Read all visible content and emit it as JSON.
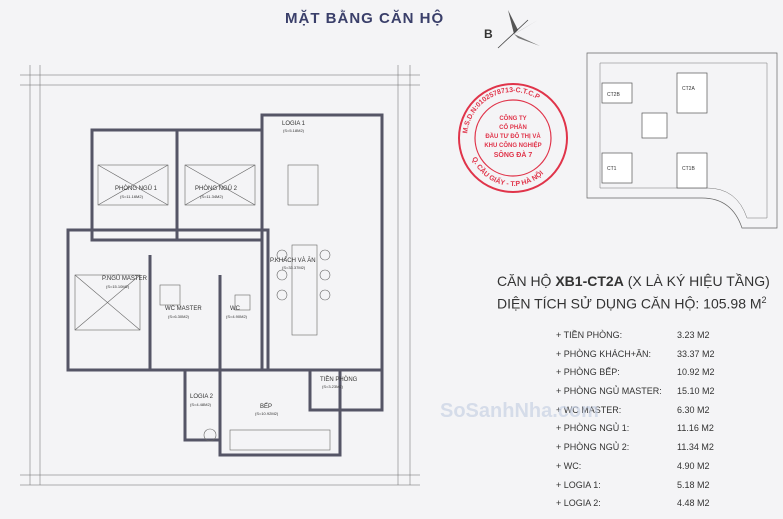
{
  "title": "MẶT BẰNG CĂN HỘ",
  "compass": {
    "letter": "B"
  },
  "rooms": {
    "logia1": {
      "name": "LOGIA 1",
      "area": "(S=5.18M2)"
    },
    "ngu1": {
      "name": "PHÒNG NGỦ 1",
      "area": "(S=11.16M2)"
    },
    "ngu2": {
      "name": "PHÒNG NGỦ 2",
      "area": "(S=11.34M2)"
    },
    "khach": {
      "name": "P.KHÁCH VÀ ĂN",
      "area": "(S=33.37M2)"
    },
    "master": {
      "name": "P.NGỦ MASTER",
      "area": "(S=15.10M2)"
    },
    "wcmaster": {
      "name": "WC MASTER",
      "area": "(S=6.30M2)"
    },
    "wc": {
      "name": "WC",
      "area": "(S=4.90M2)"
    },
    "tienphong": {
      "name": "TIỀN PHÒNG",
      "area": "(S=3.23M2)"
    },
    "logia2": {
      "name": "LOGIA 2",
      "area": "(S=4.48M2)"
    },
    "bep": {
      "name": "BẾP",
      "area": "(S=10.92M2)"
    }
  },
  "stamp": {
    "ring_top": "M.S.D.N:0102578713-C.T.C.P",
    "ring_bottom": "Q. CẦU GIẤY - T.P HÀ NỘI",
    "lines": [
      "CÔNG TY",
      "CỔ PHẦN",
      "ĐẦU TƯ ĐÔ THỊ VÀ",
      "KHU CÔNG NGHIỆP",
      "SÔNG ĐÀ 7"
    ]
  },
  "sitemap": {
    "towers": [
      "CT2B",
      "CT2A",
      "CT1",
      "CT1B"
    ]
  },
  "heading": {
    "prefix": "CĂN HỘ ",
    "code": "XB1-CT2A",
    "suffix": " (X LÀ KÝ HIỆU TẦNG)",
    "area_label": "DIỆN TÍCH SỬ DỤNG CĂN HỘ: 105.98 M",
    "area_sup": "2"
  },
  "areas": [
    {
      "label": "+ TIỀN PHÒNG:",
      "value": "3.23 M2"
    },
    {
      "label": "+ PHÒNG KHÁCH+ĂN:",
      "value": "33.37 M2"
    },
    {
      "label": "+ PHÒNG BẾP:",
      "value": "10.92 M2"
    },
    {
      "label": "+ PHÒNG NGỦ MASTER:",
      "value": "15.10 M2"
    },
    {
      "label": "+ WC MASTER:",
      "value": "6.30 M2"
    },
    {
      "label": "+ PHÒNG NGỦ 1:",
      "value": "11.16 M2"
    },
    {
      "label": "+ PHÒNG NGỦ 2:",
      "value": "11.34 M2"
    },
    {
      "label": "+ WC:",
      "value": "4.90 M2"
    },
    {
      "label": "+ LOGIA 1:",
      "value": "5.18 M2"
    },
    {
      "label": "+ LOGIA 2:",
      "value": "4.48 M2"
    }
  ],
  "watermark": "SoSanhNha.com",
  "colors": {
    "ink": "#3a3f6a",
    "stamp": "#e0344a",
    "wall": "#555566"
  }
}
